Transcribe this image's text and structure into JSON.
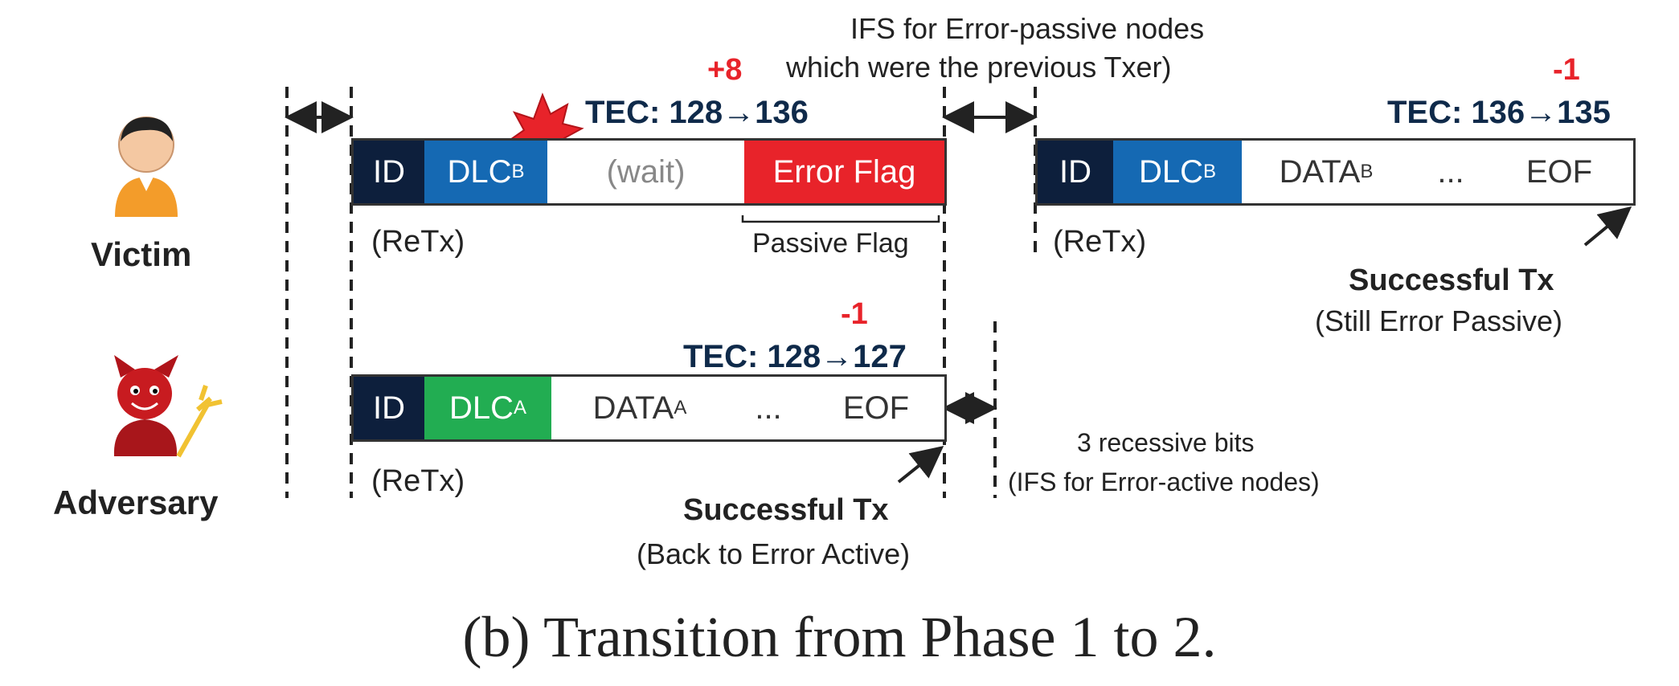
{
  "top_note": {
    "line1": "IFS for Error-passive nodes",
    "line2": "which were the previous Txer)"
  },
  "victim": {
    "name": "Victim",
    "delta1": "+8",
    "tec1": "TEC: 128→136",
    "frame1": {
      "id": "ID",
      "dlc": "DLC",
      "dlc_sub": "B",
      "wait": "(wait)",
      "error": "Error Flag"
    },
    "retx1": "(ReTx)",
    "passive_flag": "Passive Flag",
    "delta2": "-1",
    "tec2": "TEC: 136→135",
    "frame2": {
      "id": "ID",
      "dlc": "DLC",
      "dlc_sub": "B",
      "data": "DATA",
      "data_sub": "B",
      "dots": "...",
      "eof": "EOF"
    },
    "retx2": "(ReTx)",
    "success": "Successful Tx",
    "success_note": "(Still Error Passive)"
  },
  "adversary": {
    "name": "Adversary",
    "delta": "-1",
    "tec": "TEC: 128→127",
    "frame": {
      "id": "ID",
      "dlc": "DLC",
      "dlc_sub": "A",
      "data": "DATA",
      "data_sub": "A",
      "dots": "...",
      "eof": "EOF"
    },
    "retx": "(ReTx)",
    "success": "Successful Tx",
    "success_note": "(Back to Error Active)"
  },
  "ifs_active": {
    "line1": "3 recessive bits",
    "line2": "(IFS for Error-active nodes)"
  },
  "caption": "(b) Transition from Phase 1 to 2.",
  "colors": {
    "id": "#0d1f3c",
    "dlc_b": "#1569b3",
    "dlc_a": "#22ad52",
    "error": "#e8232a",
    "accent": "#e8232a"
  }
}
